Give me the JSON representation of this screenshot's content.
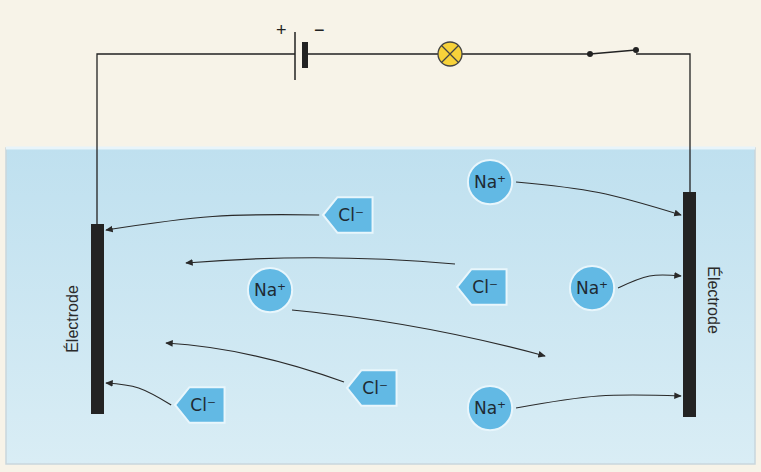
{
  "diagram": {
    "nodes": [
      {
        "text": [
          "Électrode"
        ]
      },
      {
        "text": [
          "Na⁺"
        ]
      },
      {
        "text": [
          "Cl⁻"
        ]
      },
      {
        "text": [
          "Cl⁻"
        ]
      },
      {
        "text": [
          "Na⁺"
        ]
      },
      {
        "text": [
          "Na⁺"
        ]
      },
      {
        "text": [
          "Cl⁻"
        ]
      },
      {
        "text": [
          "Cl⁻"
        ]
      },
      {
        "text": [
          "Na⁺"
        ]
      },
      {
        "text": [
          "Électrode"
        ]
      }
    ],
    "edges": [
      {
        "from": 2,
        "to": 0,
        "arrow": "to"
      },
      {
        "from": 7,
        "to": 0,
        "arrow": "to"
      },
      {
        "from": 1,
        "to": 9,
        "arrow": "to"
      },
      {
        "from": 5,
        "to": 9,
        "arrow": "to"
      },
      {
        "from": 8,
        "to": 9,
        "arrow": "to"
      }
    ],
    "labels": [
      "+",
      "−"
    ]
  }
}
